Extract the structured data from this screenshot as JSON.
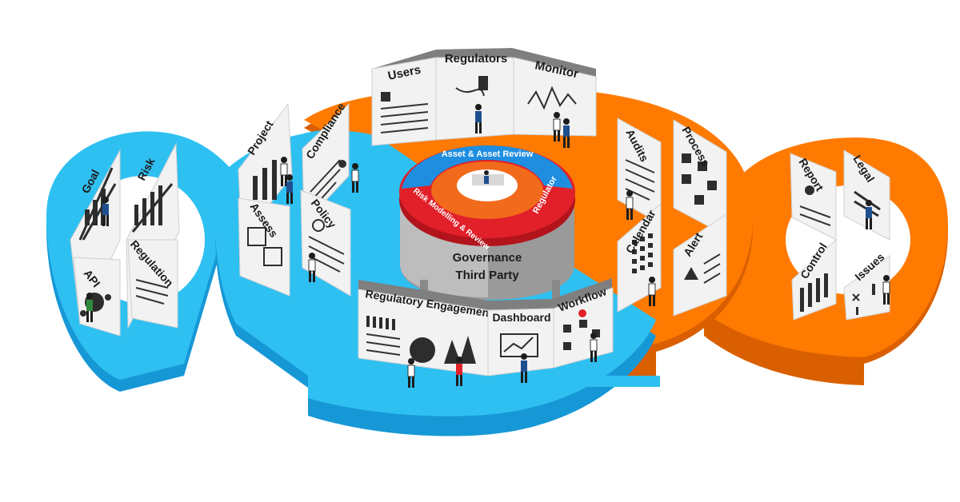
{
  "core": {
    "ring_labels": {
      "top": "Asset & Asset Review",
      "left": "Risk Modelling & Review",
      "right": "Regulator"
    },
    "base_lines": [
      "Governance",
      "Third Party"
    ]
  },
  "panels": {
    "goal": "Goal",
    "risk": "Risk",
    "api": "API",
    "regulation": "Regulation",
    "project": "Project",
    "assess": "Assess",
    "compliance": "Compliance",
    "policy": "Policy",
    "users": "Users",
    "regulators": "Regulators",
    "monitor": "Monitor",
    "audits": "Audits",
    "calendar": "Calendar",
    "process": "Process",
    "alert": "Alert",
    "report": "Report",
    "legal": "Legal",
    "control": "Control",
    "issues": "Issues",
    "regulatory_engagement": "Regulatory Engagement",
    "dashboard": "Dashboard",
    "workflow": "Workflow"
  },
  "colors": {
    "blue": "#2fc0f2",
    "blue_dark": "#1798d6",
    "orange": "#ff7a00",
    "orange_dark": "#d95f00",
    "red": "#e1202a",
    "core_blue": "#1f8ee0",
    "core_orange": "#f26a1b"
  }
}
